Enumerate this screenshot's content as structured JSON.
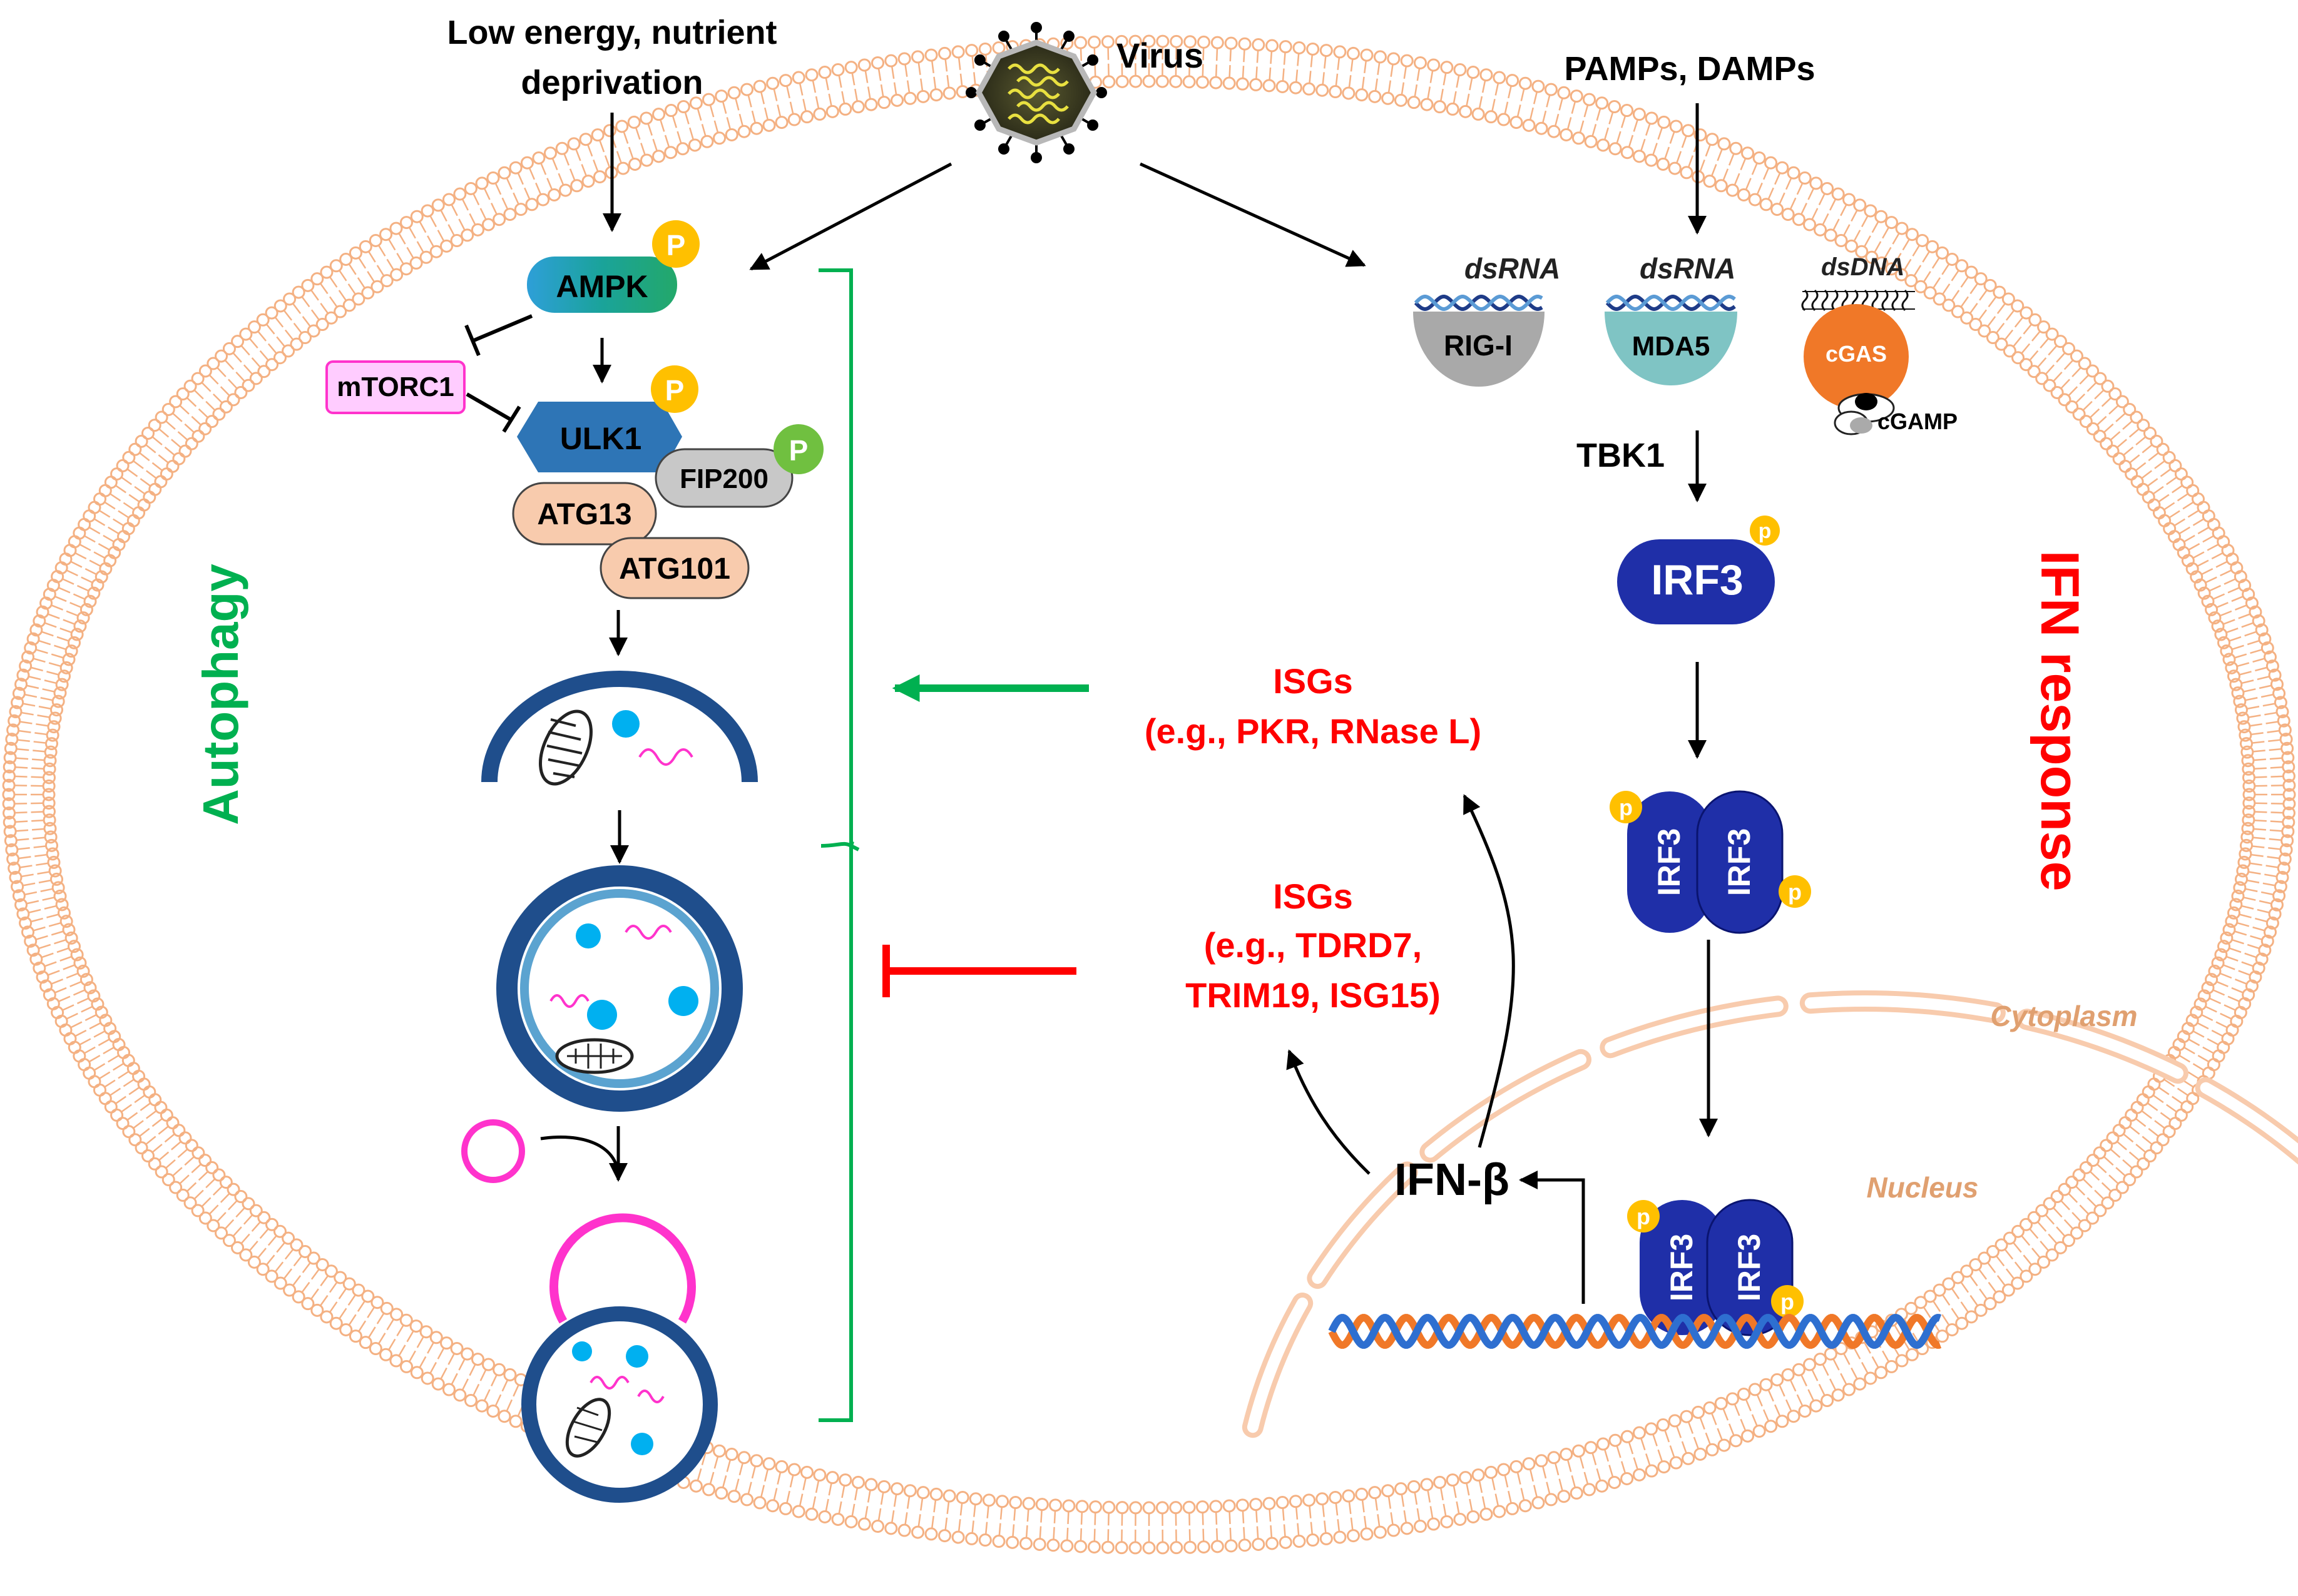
{
  "labels": {
    "stimulus_energy_line1": "Low energy, nutrient",
    "stimulus_energy_line2": "deprivation",
    "virus": "Virus",
    "pamps": "PAMPs, DAMPs",
    "ampk": "AMPK",
    "mtorc1": "mTORC1",
    "ulk1": "ULK1",
    "fip200": "FIP200",
    "atg13": "ATG13",
    "atg101": "ATG101",
    "phospho_big": "P",
    "phospho_small": "p",
    "dsrna_1": "dsRNA",
    "dsrna_2": "dsRNA",
    "dsdna": "dsDNA",
    "rigi": "RIG-I",
    "mda5": "MDA5",
    "cgas": "cGAS",
    "cgamp": "cGAMP",
    "tbk1": "TBK1",
    "irf3": "IRF3",
    "autophagy": "Autophagy",
    "ifn_response": "IFN response",
    "isg_top_line1": "ISGs",
    "isg_top_line2": "(e.g., PKR, RNase L)",
    "isg_bottom_line1": "ISGs",
    "isg_bottom_line2": "(e.g., TDRD7,",
    "isg_bottom_line3": "TRIM19, ISG15)",
    "ifn_beta": "IFN-β",
    "cytoplasm": "Cytoplasm",
    "nucleus": "Nucleus"
  },
  "colors": {
    "membrane": "#F4B183",
    "green": "#00B050",
    "red": "#FF0000",
    "irf3_blue": "#1F2FA8",
    "ampk_teal": "#1AA39A",
    "ulk1_blue": "#2E75B6",
    "atg_peach": "#F8CBAD",
    "fip_gray": "#C8C8C8",
    "phos_yellow": "#FFC000",
    "phos_green": "#70C040",
    "mtorc1_pink": "#FFCCFF",
    "magenta": "#FF33CC",
    "cyan": "#00B0F0",
    "cgas_orange": "#F07828",
    "dna_orange": "#F07828",
    "dna_blue": "#2E6FD0",
    "nucleus_text": "#E0A070"
  }
}
